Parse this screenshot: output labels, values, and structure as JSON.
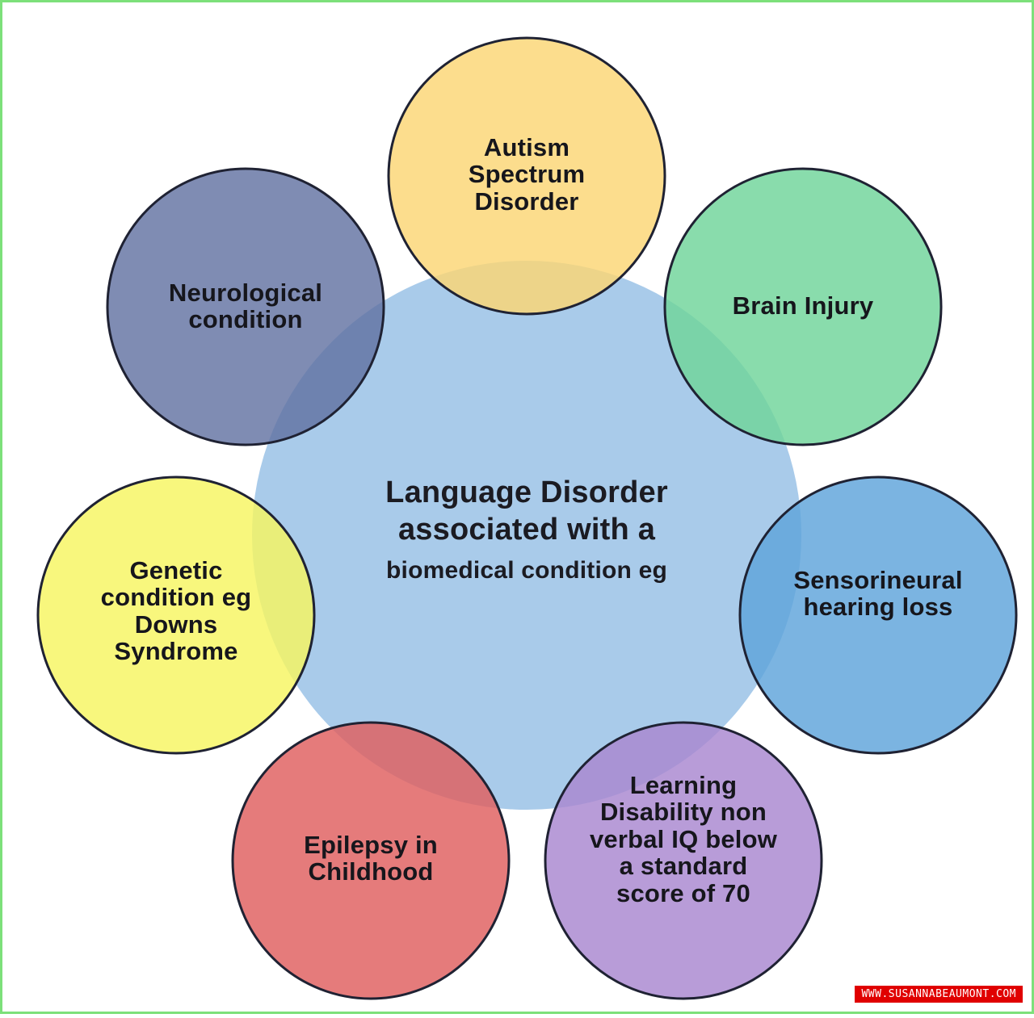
{
  "diagram": {
    "center": {
      "title": "Language Disorder associated with a",
      "subtitle": "biomedical condition eg"
    },
    "nodes": [
      {
        "id": "autism",
        "label": "Autism Spectrum Disorder",
        "color": "#fbd574"
      },
      {
        "id": "brain",
        "label": "Brain Injury",
        "color": "#7fd8a4"
      },
      {
        "id": "hearing",
        "label": "Sensorineural hearing loss",
        "color": "#7db4df"
      },
      {
        "id": "learning",
        "label": "Learning Disability non verbal IQ below a standard score of 70",
        "color": "#b79bd6"
      },
      {
        "id": "epilepsy",
        "label": "Epilepsy in Childhood",
        "color": "#e67b7b"
      },
      {
        "id": "genetic",
        "label": "Genetic condition eg Downs Syndrome",
        "color": "#f9f77a"
      },
      {
        "id": "neuro",
        "label": "Neurological condition",
        "color": "#7f8db2"
      }
    ],
    "center_color": "#a9cbea"
  },
  "watermark": "WWW.SUSANNABEAUMONT.COM"
}
